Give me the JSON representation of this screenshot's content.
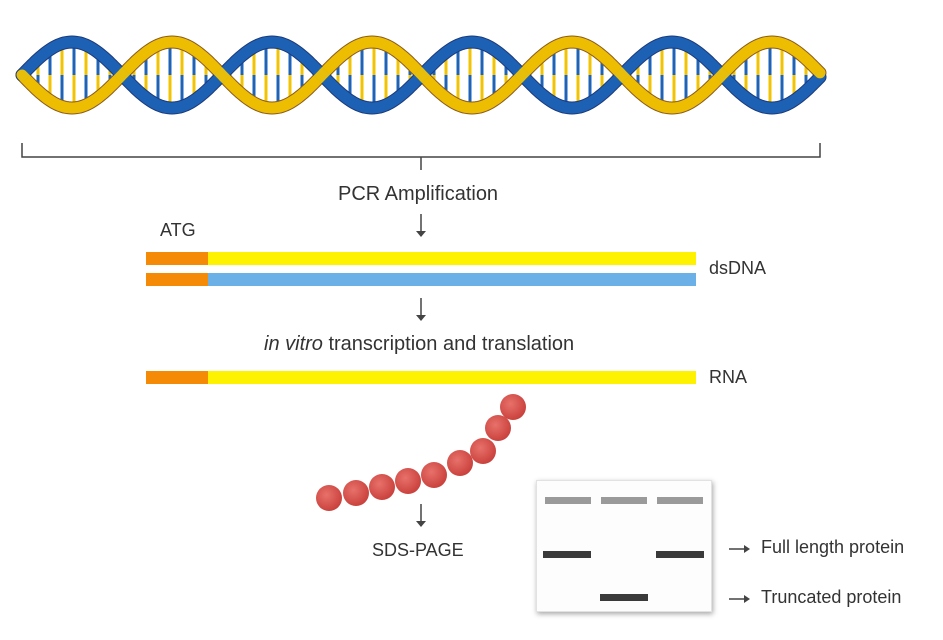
{
  "labels": {
    "pcr": "PCR Amplification",
    "atg": "ATG",
    "dsdna": "dsDNA",
    "ivt_italic": "in vitro",
    "ivt_rest": " transcription and translation",
    "rna": "RNA",
    "sds": "SDS-PAGE",
    "full_length": "Full length protein",
    "truncated": "Truncated protein"
  },
  "colors": {
    "orange": "#F58A07",
    "yellow": "#FFF200",
    "blue": "#6CB0E8",
    "bead": "#D9534F",
    "dna_blue": "#1E63B8",
    "dna_gold": "#F2C300",
    "dna_brown": "#8A5A1E",
    "dna_navy": "#1B3A7A"
  },
  "gel": {
    "lanes": [
      {
        "bands": [
          "marker",
          "full"
        ]
      },
      {
        "bands": [
          "marker",
          "truncated"
        ]
      },
      {
        "bands": [
          "marker",
          "full"
        ]
      }
    ]
  },
  "icons": [
    "dna-helix-icon",
    "protein-chain-icon",
    "arrow-down-icon",
    "arrow-right-icon"
  ]
}
